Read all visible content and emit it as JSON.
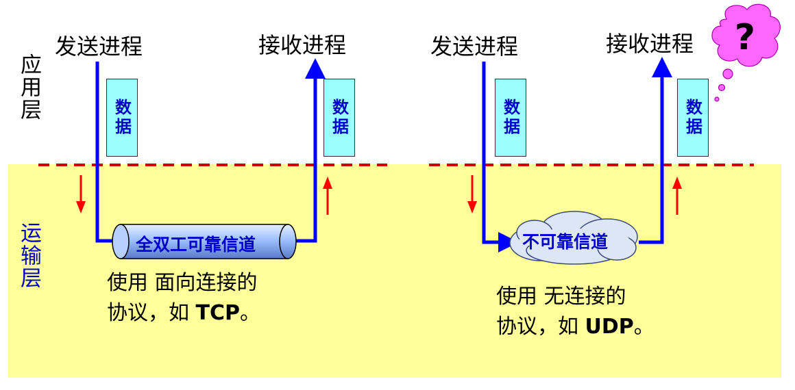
{
  "layers": {
    "application": "应用层",
    "transport": "运输层"
  },
  "left": {
    "sender": "发送进程",
    "receiver": "接收进程",
    "data_sender": "数据",
    "data_receiver": "数据",
    "channel": "全双工可靠信道",
    "note": "使用 面向连接的\n协议，如 TCP。"
  },
  "right": {
    "sender": "发送进程",
    "receiver": "接收进程",
    "data_sender": "数据",
    "data_receiver": "数据",
    "channel": "不可靠信道",
    "note": "使用 无连接的\n协议，如 UDP。"
  },
  "thought_bubble": "?",
  "colors": {
    "transport_band": "#ffff99",
    "flow_line": "#0000ff",
    "layer_boundary": "#cc0000",
    "data_block": "#99ffff",
    "thought_bubble": "#ff66ff"
  }
}
